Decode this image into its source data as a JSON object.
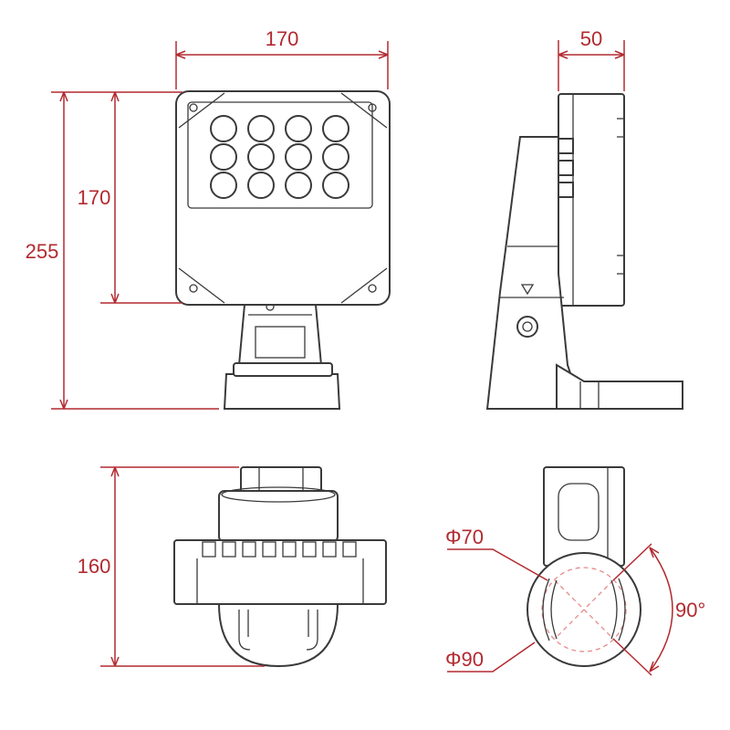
{
  "dimensions": {
    "front_width": "170",
    "front_height_head": "170",
    "front_height_total": "255",
    "side_depth": "50",
    "bottom_height": "160",
    "bracket_hole_inner": "Φ70",
    "bracket_hole_outer": "Φ90",
    "rotation_angle": "90°"
  },
  "colors": {
    "dimension": "#b22a30",
    "outline": "#3a3a3a",
    "hidden_line": "#e58a8a"
  },
  "led_grid": {
    "rows": 3,
    "cols": 4
  }
}
